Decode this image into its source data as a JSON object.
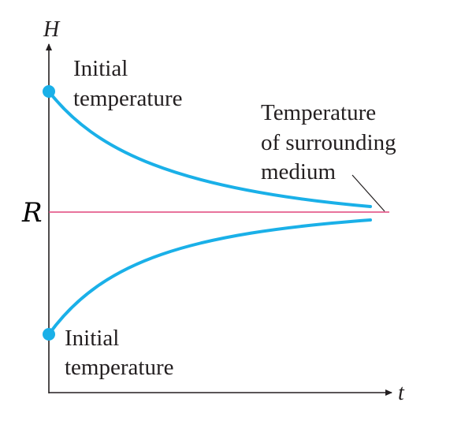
{
  "axes": {
    "y_label": "H",
    "x_label": "t"
  },
  "reference": {
    "label": "R",
    "color": "#e0457b"
  },
  "curve_color": "#1ab0e8",
  "labels": {
    "initial_top": [
      "Initial",
      "temperature"
    ],
    "initial_bottom": [
      "Initial",
      "temperature"
    ],
    "surrounding": [
      "Temperature",
      "of surrounding",
      "medium"
    ]
  }
}
